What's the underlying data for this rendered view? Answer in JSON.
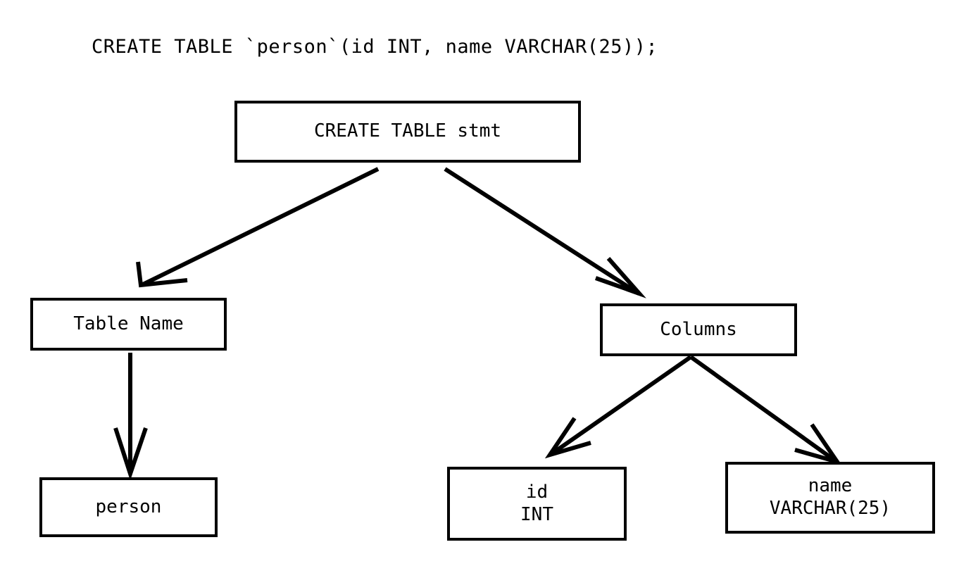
{
  "diagram": {
    "title_statement": "CREATE TABLE `person`(id INT, name VARCHAR(25));",
    "colors": {
      "background": "#ffffff",
      "stroke": "#000000",
      "text": "#000000"
    },
    "nodes": {
      "root": {
        "label": "CREATE TABLE stmt"
      },
      "table_name": {
        "label": "Table Name"
      },
      "columns": {
        "label": "Columns"
      },
      "person": {
        "label": "person"
      },
      "column_id": {
        "line1": "id",
        "line2": "INT"
      },
      "column_name": {
        "line1": "name",
        "line2": "VARCHAR(25)"
      }
    },
    "edges": [
      {
        "from": "root",
        "to": "table_name",
        "arrow": "open-v"
      },
      {
        "from": "root",
        "to": "columns",
        "arrow": "open-v"
      },
      {
        "from": "table_name",
        "to": "person",
        "arrow": "open-v"
      },
      {
        "from": "columns",
        "to": "column_id",
        "arrow": "open-v"
      },
      {
        "from": "columns",
        "to": "column_name",
        "arrow": "open-v"
      }
    ]
  }
}
